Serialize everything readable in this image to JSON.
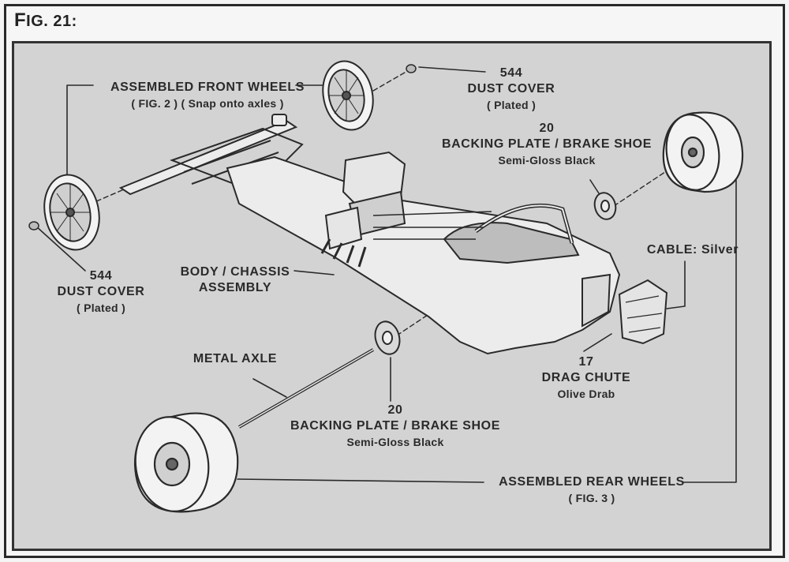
{
  "figure": {
    "title_prefix": "F",
    "title_rest": "IG. 21:"
  },
  "labels": {
    "front_wheels": {
      "line1": "ASSEMBLED FRONT WHEELS",
      "line2": "( FIG. 2 ) ( Snap onto axles )"
    },
    "dust_cover_top": {
      "num": "544",
      "line1": "DUST COVER",
      "line2": "( Plated )"
    },
    "backing_plate_top": {
      "num": "20",
      "line1": "BACKING PLATE / BRAKE SHOE",
      "line2": "Semi-Gloss Black"
    },
    "dust_cover_left": {
      "num": "544",
      "line1": "DUST COVER",
      "line2": "( Plated )"
    },
    "body_chassis": {
      "line1": "BODY / CHASSIS",
      "line2": "ASSEMBLY"
    },
    "cable": {
      "line1": "CABLE: Silver"
    },
    "metal_axle": {
      "line1": "METAL AXLE"
    },
    "drag_chute": {
      "num": "17",
      "line1": "DRAG CHUTE",
      "line2": "Olive Drab"
    },
    "backing_plate_bottom": {
      "num": "20",
      "line1": "BACKING PLATE / BRAKE SHOE",
      "line2": "Semi-Gloss Black"
    },
    "rear_wheels": {
      "line1": "ASSEMBLED REAR WHEELS",
      "line2": "( FIG. 3 )"
    }
  },
  "colors": {
    "panel": "#d3d3d3",
    "ink": "#2a2a2a",
    "part_fill": "#ececec",
    "tire_fill": "#f3f3f3"
  }
}
